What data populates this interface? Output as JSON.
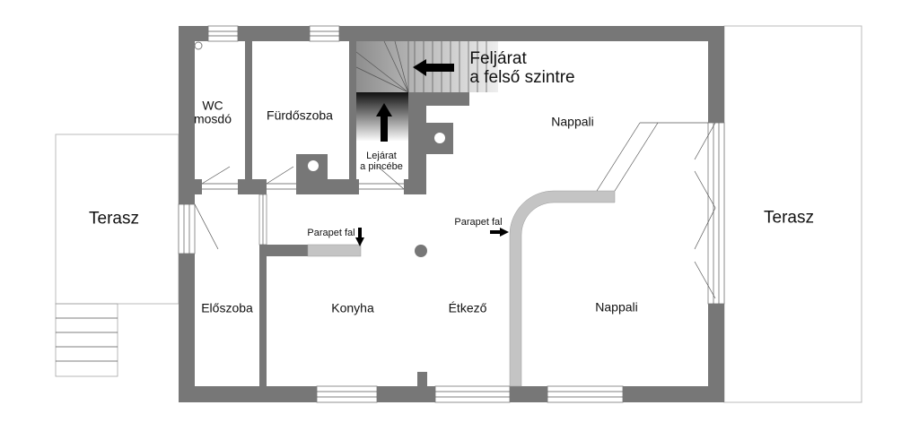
{
  "title": "Floor plan",
  "rooms": {
    "wc": "WC\nmosdó",
    "wc_line1": "WC",
    "wc_line2": "mosdó",
    "bathroom": "Fürdőszoba",
    "stairs_up_line1": "Feljárat",
    "stairs_up_line2": "a felső szintre",
    "stairs_down_line1": "Lejárat",
    "stairs_down_line2": "a pincébe",
    "living_top": "Nappali",
    "living_bottom": "Nappali",
    "terrace_left": "Terasz",
    "terrace_right": "Terasz",
    "hall": "Előszoba",
    "kitchen": "Konyha",
    "dining": "Étkező"
  },
  "annotations": {
    "parapet_left": "Parapet fal",
    "parapet_right": "Parapet fal"
  },
  "colors": {
    "wall": "#777777",
    "parapet": "#c4c4c4"
  }
}
